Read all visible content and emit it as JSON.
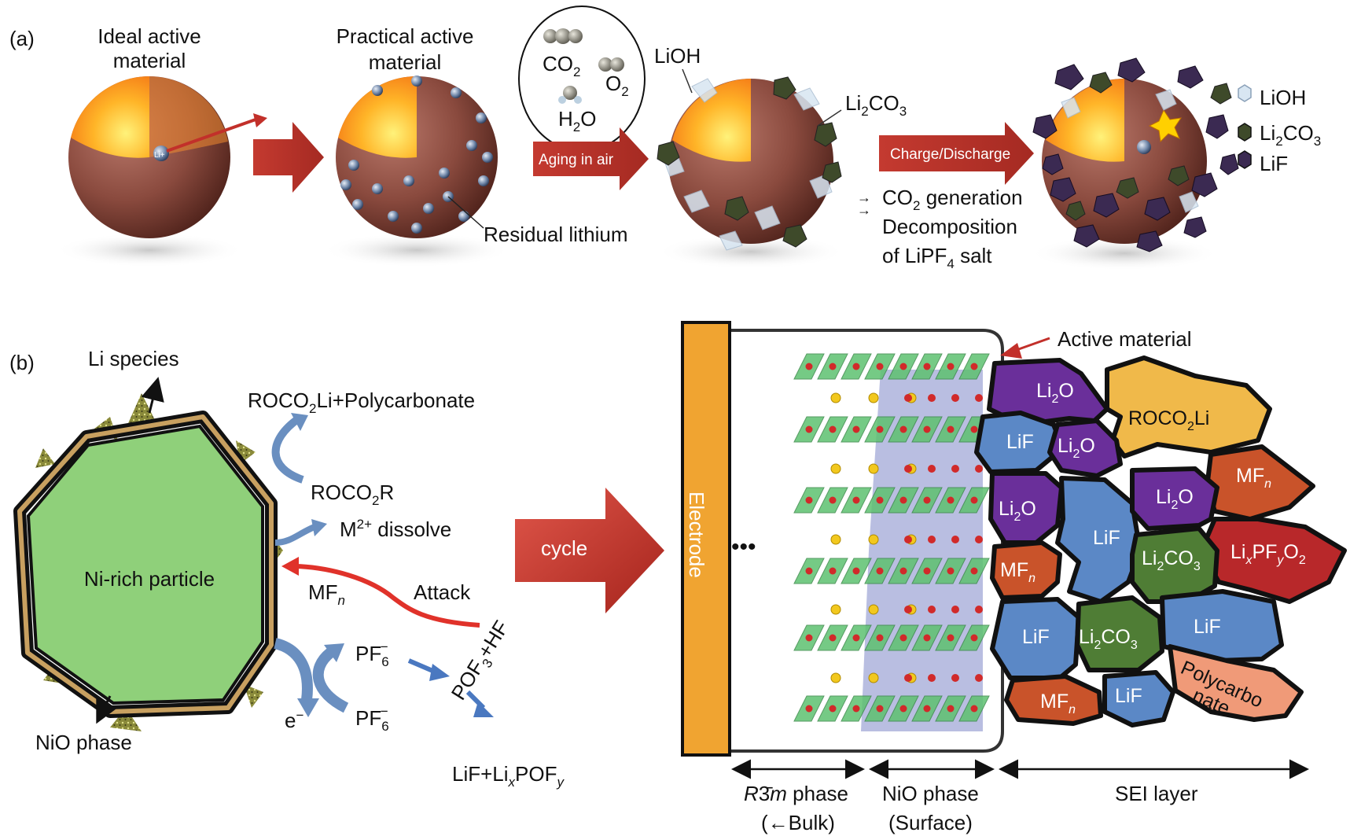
{
  "panel_a": {
    "tag": "(a)",
    "ideal_line1": "Ideal active",
    "ideal_line2": "material",
    "practical_line1": "Practical active",
    "practical_line2": "material",
    "li_ion": "Li+",
    "gas_co2": "CO",
    "gas_co2_sub": "2",
    "gas_o2": "O",
    "gas_o2_sub": "2",
    "gas_h2o_a": "H",
    "gas_h2o_sub": "2",
    "gas_h2o_b": "O",
    "aging_label": "Aging in air",
    "lioh_label": "LiOH",
    "li2co3_a": "Li",
    "li2co3_sub1": "2",
    "li2co3_b": "CO",
    "li2co3_sub2": "3",
    "residual_label": "Residual lithium",
    "charge_label": "Charge/Discharge",
    "bullet1_a": "CO",
    "bullet1_sub": "2",
    "bullet1_b": " generation",
    "bullet2_line1": "Decomposition",
    "bullet2_a": "of LiPF",
    "bullet2_sub": "4",
    "bullet2_b": " salt",
    "legend": {
      "lioh": "LiOH",
      "li2co3_a": "Li",
      "li2co3_sub1": "2",
      "li2co3_b": "CO",
      "li2co3_sub2": "3",
      "lif": "LiF",
      "lioh_color": "#d8e6f2",
      "li2co3_color": "#3e4a2a",
      "lif_color": "#3b2a52"
    }
  },
  "panel_b": {
    "tag": "(b)",
    "li_species": "Li species",
    "particle_label": "Ni-rich particle",
    "nio_phase": "NiO phase",
    "roco2li_a": "ROCO",
    "roco2li_sub": "2",
    "roco2li_b": "Li+Polycarbonate",
    "roco2r_a": "ROCO",
    "roco2r_sub": "2",
    "roco2r_b": "R",
    "m2_a": "M",
    "m2_sup": "2+",
    "m2_b": " dissolve",
    "mfn_a": "MF",
    "mfn_sub": "n",
    "attack_label": "Attack",
    "pf6": "PF",
    "pf6_sub": "6",
    "pf6_sup": "−",
    "electron": "e",
    "electron_sup": "−",
    "pof3_a": "POF",
    "pof3_sub": "3",
    "pof3_b": "+HF",
    "lif_product_a": "LiF+Li",
    "lif_product_sub1": "x",
    "lif_product_b": "POF",
    "lif_product_sub2": "y",
    "cycle_label": "cycle",
    "electrode_label": "Electrode",
    "dots": "•••",
    "active_material": "Active material",
    "r3m_a": "R",
    "r3m_b": "3̄",
    "r3m_c": "m",
    "r3m_d": " phase",
    "bulk_label": "(←Bulk)",
    "nio_phase_label": "NiO phase",
    "surface_label": "(Surface)",
    "sei_label": "SEI layer",
    "particle_color": "#8fd07a",
    "sei_grains": {
      "li2o": "Li",
      "li2o_sub": "2",
      "li2o_b": "O",
      "lif": "LiF",
      "roco2li_a": "ROCO",
      "roco2li_sub": "2",
      "roco2li_b": "Li",
      "mf_a": "MF",
      "mf_sub": "n",
      "li2co3_a": "Li",
      "li2co3_sub1": "2",
      "li2co3_b": "CO",
      "li2co3_sub2": "3",
      "lipfo_a": "Li",
      "lipfo_sub1": "x",
      "lipfo_b": "PF",
      "lipfo_sub2": "y",
      "lipfo_c": "O",
      "lipfo_sub3": "2",
      "poly_line1": "Polycarbo",
      "poly_line2": "nate",
      "color_li2o": "#6a2f9a",
      "color_lif": "#5b88c6",
      "color_roco2li": "#f0b94a",
      "color_mf": "#c9532a",
      "color_li2co3": "#4f7d35",
      "color_lipfo": "#b8282a",
      "color_poly": "#f09a78"
    }
  }
}
